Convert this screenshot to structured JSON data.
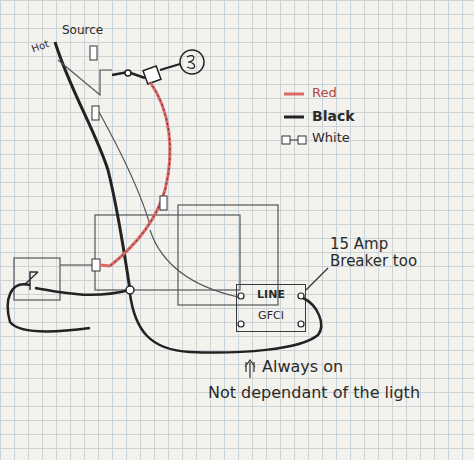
{
  "diagram": {
    "nodes": [
      {
        "text": [
          "LINE",
          "GFCI"
        ]
      }
    ],
    "labels": [
      "Source",
      "Hot",
      "15 Amp Breaker too",
      "Always on",
      "Not dependant of the ligth"
    ],
    "legend": [
      {
        "text": "Red"
      },
      {
        "text": "Black"
      },
      {
        "text": "White"
      }
    ]
  }
}
